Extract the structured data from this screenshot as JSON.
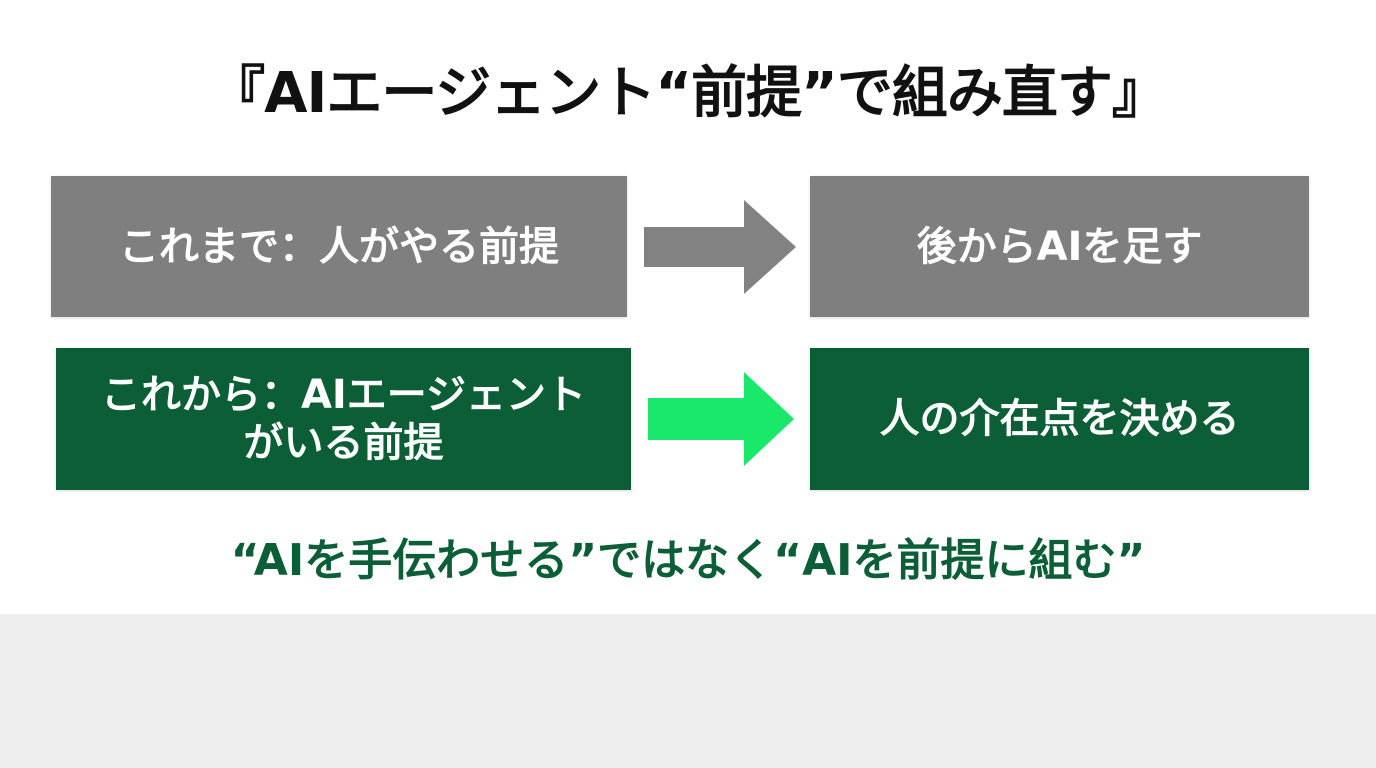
{
  "title": "『AIエージェント“前提”で組み直す』",
  "rows": [
    {
      "left_text": "これまで：人がやる前提",
      "right_text": "後からAIを足す"
    },
    {
      "left_text": "これから：AIエージェント\nがいる前提",
      "right_text": "人の介在点を決める"
    }
  ],
  "tagline": "“AIを手伝わせる”ではなく“AIを前提に組む”",
  "colors": {
    "gray_box": "#7f7f7f",
    "green_box": "#0b5e35",
    "gray_arrow": "#828282",
    "green_arrow": "#19e86a",
    "tagline": "#0b5e35"
  },
  "icons": [
    "gray-right-arrow-icon",
    "green-right-arrow-icon"
  ]
}
